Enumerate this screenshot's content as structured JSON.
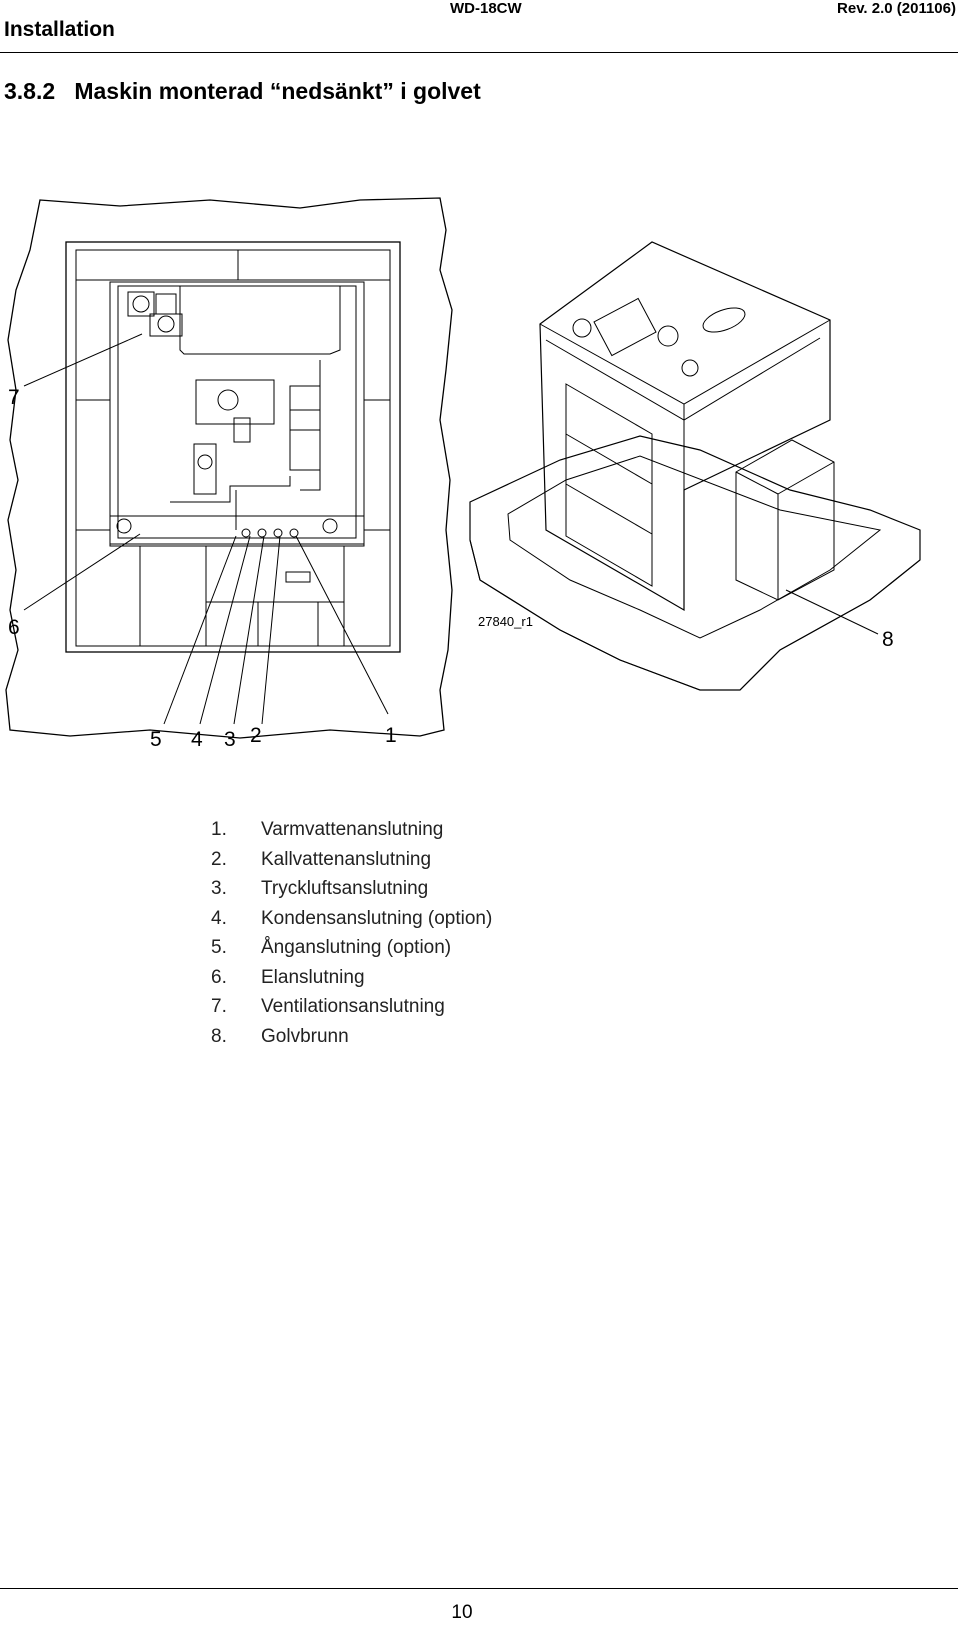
{
  "header": {
    "section": "Installation",
    "model": "WD-18CW",
    "revision": "Rev. 2.0 (201106)"
  },
  "section_title": "3.8.2   Maskin monterad “nedsänkt” i golvet",
  "figure": {
    "drawing_id": "27840_r1",
    "callouts": [
      "1",
      "2",
      "3",
      "4",
      "5",
      "6",
      "7",
      "8"
    ]
  },
  "legend": [
    {
      "num": "1.",
      "text": "Varmvattenanslutning"
    },
    {
      "num": "2.",
      "text": "Kallvattenanslutning"
    },
    {
      "num": "3.",
      "text": "Tryckluftsanslutning"
    },
    {
      "num": "4.",
      "text": "Kondensanslutning (option)"
    },
    {
      "num": "5.",
      "text": "Ånganslutning (option)"
    },
    {
      "num": "6.",
      "text": "Elanslutning"
    },
    {
      "num": "7.",
      "text": "Ventilationsanslutning"
    },
    {
      "num": "8.",
      "text": "Golvbrunn"
    }
  ],
  "footer": {
    "page_number": "10"
  }
}
